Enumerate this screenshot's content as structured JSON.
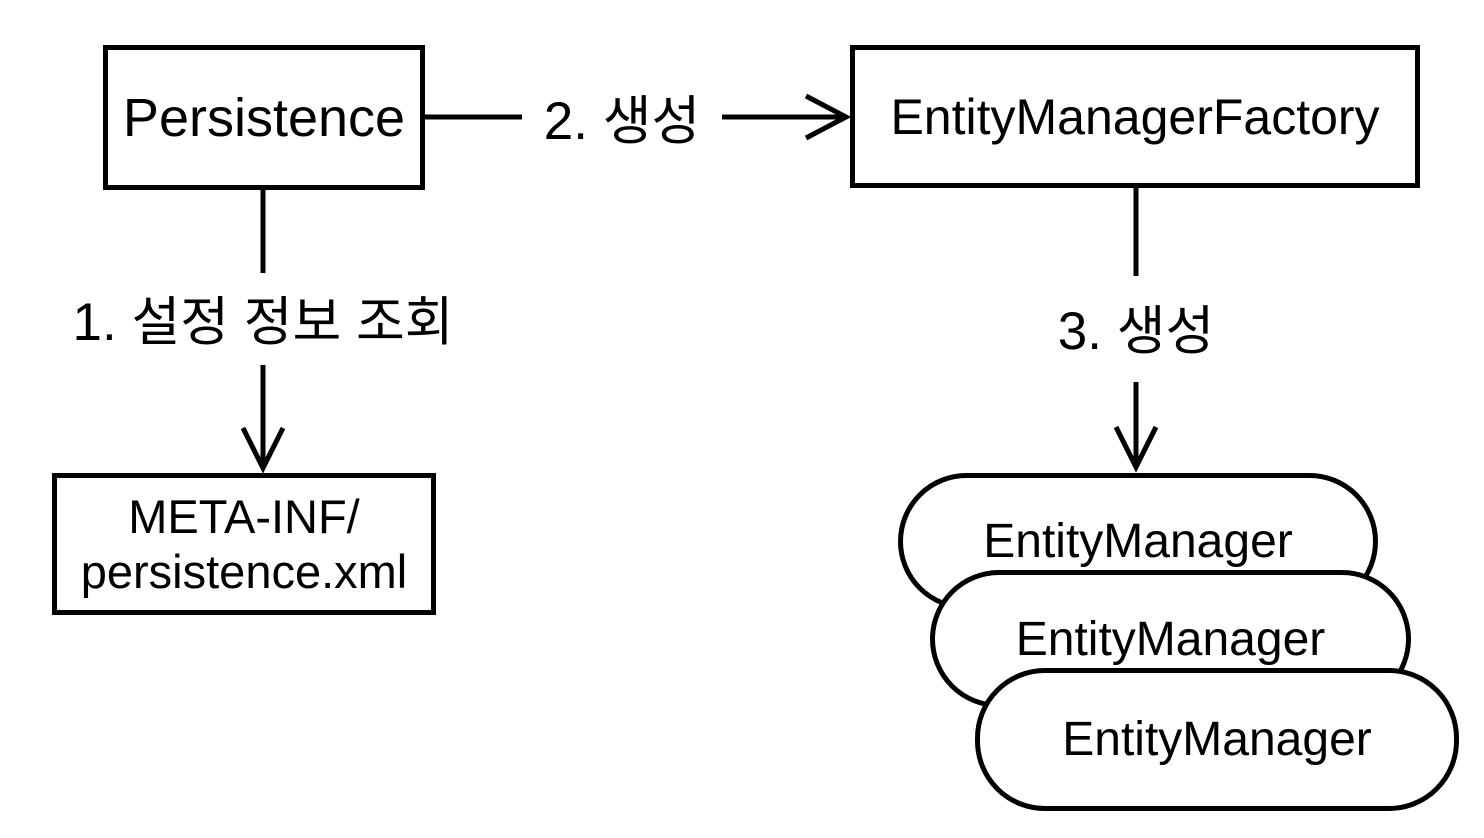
{
  "background": "#ffffff",
  "stroke_color": "#000000",
  "nodes": {
    "persistence": {
      "label": "Persistence"
    },
    "entity_manager_factory": {
      "label": "EntityManagerFactory"
    },
    "persistence_xml": {
      "line1": "META-INF/",
      "line2": "persistence.xml"
    },
    "entity_managers": [
      {
        "label": "EntityManager"
      },
      {
        "label": "EntityManager"
      },
      {
        "label": "EntityManager"
      }
    ]
  },
  "edges": {
    "config_lookup": {
      "label": "1. 설정 정보 조회",
      "from": "Persistence",
      "to": "META-INF/persistence.xml",
      "direction": "down"
    },
    "create_factory": {
      "label": "2. 생성",
      "from": "Persistence",
      "to": "EntityManagerFactory",
      "direction": "right"
    },
    "create_entity_manager": {
      "label": "3. 생성",
      "from": "EntityManagerFactory",
      "to": "EntityManager",
      "direction": "down"
    }
  }
}
